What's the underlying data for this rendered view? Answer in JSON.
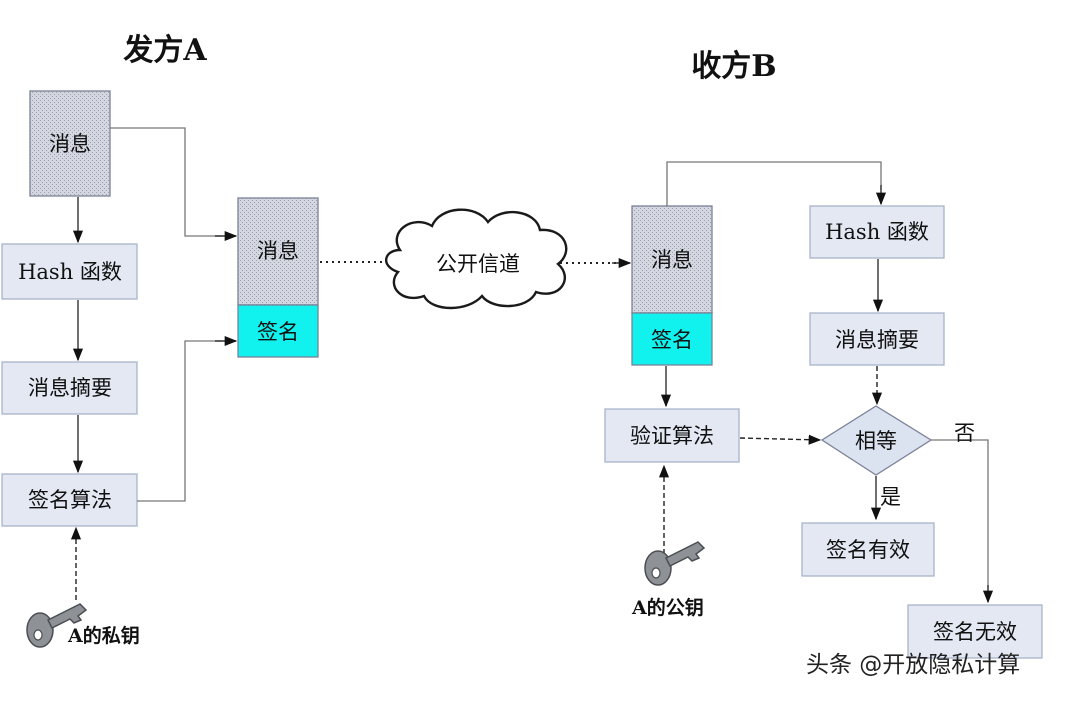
{
  "titles": {
    "sender": "发方A",
    "receiver": "收方B"
  },
  "sender": {
    "message": "消息",
    "hash": "Hash 函数",
    "digest": "消息摘要",
    "sign_alg": "签名算法",
    "private_key": "A的私钥",
    "packet_message": "消息",
    "packet_signature": "签名"
  },
  "channel": "公开信道",
  "receiver": {
    "packet_message": "消息",
    "packet_signature": "签名",
    "hash": "Hash 函数",
    "digest": "消息摘要",
    "verify_alg": "验证算法",
    "compare": "相等",
    "yes": "是",
    "no": "否",
    "valid": "签名有效",
    "invalid": "签名无效",
    "public_key": "A的公钥"
  },
  "watermark": "头条 @开放隐私计算",
  "colors": {
    "box_fill": "#e3e8f3",
    "signature_fill": "#11f2ee",
    "message_fill": "#c9ccd6"
  }
}
